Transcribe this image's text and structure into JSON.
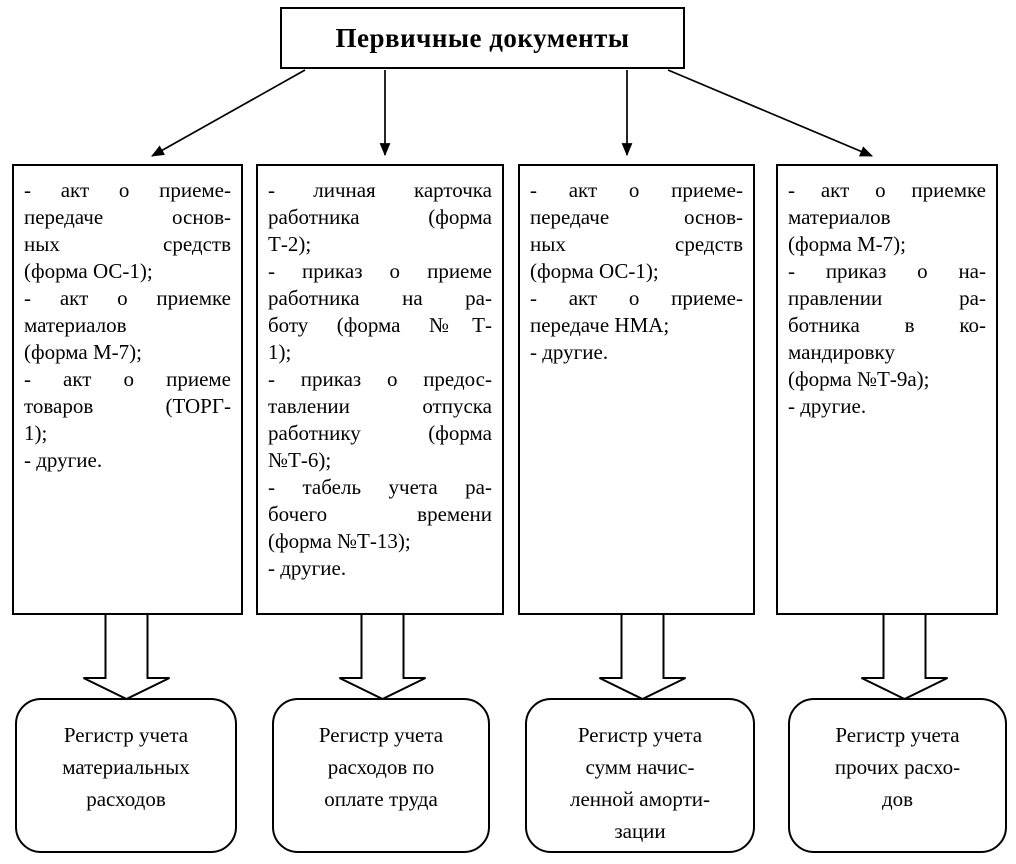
{
  "title": {
    "text": "Первичные документы"
  },
  "columns": [
    {
      "name": "material-documents",
      "paragraphs": [
        [
          "- акт о приеме-",
          "передаче основ-",
          "ных средств",
          "(форма ОС-1);"
        ],
        [
          "- акт о приемке",
          "материалов",
          "(форма М-7);"
        ],
        [
          "- акт о приеме",
          "товаров (ТОРГ-",
          "1);"
        ],
        [
          "- другие."
        ]
      ]
    },
    {
      "name": "labor-documents",
      "paragraphs": [
        [
          "- личная карточка",
          "работника (форма",
          "Т-2);"
        ],
        [
          "- приказ о приеме",
          "работника на ра-",
          "боту (форма №Т-",
          "1);"
        ],
        [
          "- приказ о предос-",
          "тавлении отпуска",
          "работнику (форма",
          "№Т-6);"
        ],
        [
          "- табель учета ра-",
          "бочего времени",
          "(форма №Т-13);"
        ],
        [
          "- другие."
        ]
      ]
    },
    {
      "name": "amortization-documents",
      "paragraphs": [
        [
          "- акт о приеме-",
          "передаче основ-",
          "ных средств",
          "(форма ОС-1);"
        ],
        [
          "- акт о приеме-",
          "передаче НМА;"
        ],
        [
          "- другие."
        ]
      ]
    },
    {
      "name": "other-documents",
      "paragraphs": [
        [
          "- акт о приемке",
          "материалов",
          "(форма М-7);"
        ],
        [
          "- приказ о на-",
          "правлении ра-",
          "ботника в ко-",
          "мандировку",
          "(форма №Т-9а);"
        ],
        [
          "- другие."
        ]
      ]
    }
  ],
  "registers": [
    {
      "lines": [
        "Регистр учета",
        "материальных",
        "расходов"
      ]
    },
    {
      "lines": [
        "Регистр учета",
        "расходов по",
        "оплате труда"
      ]
    },
    {
      "lines": [
        "Регистр учета",
        "сумм начис-",
        "ленной аморти-",
        "зации"
      ]
    },
    {
      "lines": [
        "Регистр учета",
        "прочих расхо-",
        "дов"
      ]
    }
  ],
  "colors": {
    "line": "#000000",
    "background": "#ffffff"
  }
}
